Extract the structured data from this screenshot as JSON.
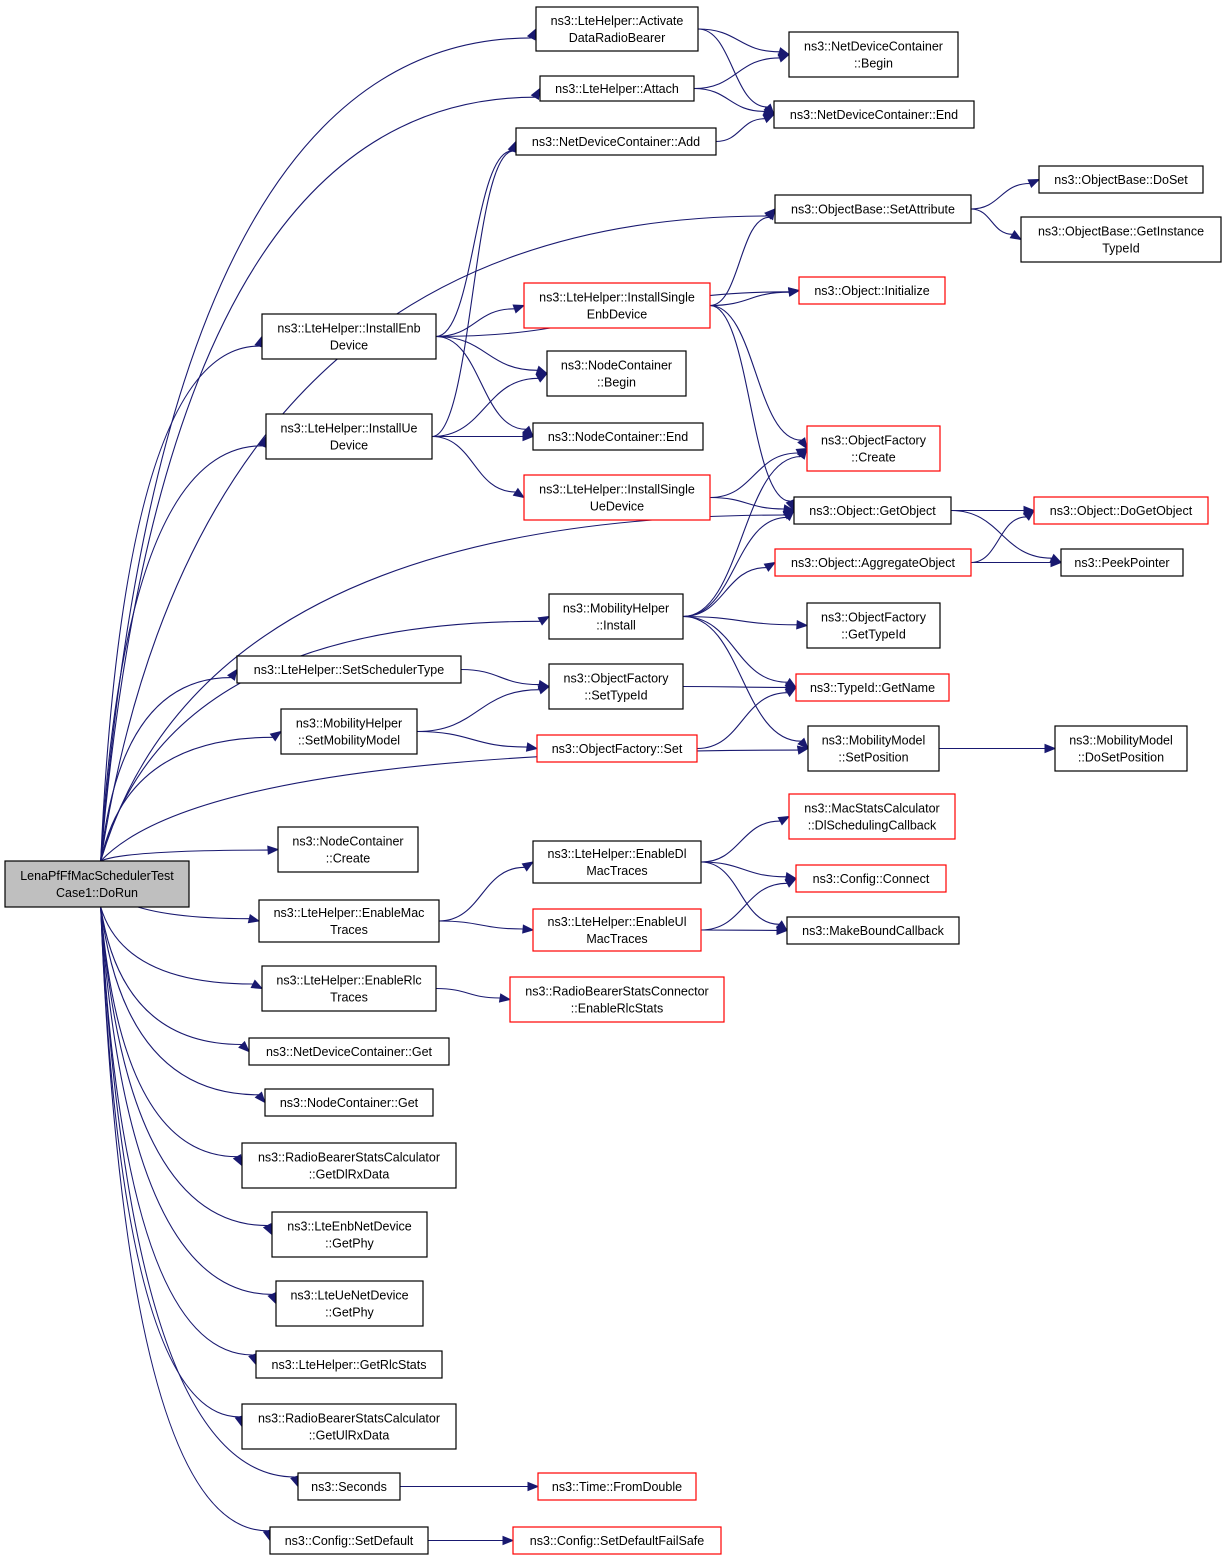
{
  "colors": {
    "edge": "#191970",
    "normal_border": "#000000",
    "external_border": "#ff0000",
    "root_fill": "#bfbfbf",
    "node_fill": "#ffffff"
  },
  "nodes": [
    {
      "id": "root",
      "lines": [
        "LenaPfFfMacSchedulerTest",
        "Case1::DoRun"
      ],
      "kind": "root"
    },
    {
      "id": "activate",
      "lines": [
        "ns3::LteHelper::Activate",
        "DataRadioBearer"
      ],
      "kind": "normal"
    },
    {
      "id": "attach",
      "lines": [
        "ns3::LteHelper::Attach"
      ],
      "kind": "normal"
    },
    {
      "id": "ndc_add",
      "lines": [
        "ns3::NetDeviceContainer::Add"
      ],
      "kind": "normal"
    },
    {
      "id": "ndc_begin",
      "lines": [
        "ns3::NetDeviceContainer",
        "::Begin"
      ],
      "kind": "normal"
    },
    {
      "id": "ndc_end",
      "lines": [
        "ns3::NetDeviceContainer::End"
      ],
      "kind": "normal"
    },
    {
      "id": "ob_setattr",
      "lines": [
        "ns3::ObjectBase::SetAttribute"
      ],
      "kind": "normal"
    },
    {
      "id": "ob_doset",
      "lines": [
        "ns3::ObjectBase::DoSet"
      ],
      "kind": "normal"
    },
    {
      "id": "ob_getinst",
      "lines": [
        "ns3::ObjectBase::GetInstance",
        "TypeId"
      ],
      "kind": "normal"
    },
    {
      "id": "obj_init",
      "lines": [
        "ns3::Object::Initialize"
      ],
      "kind": "external"
    },
    {
      "id": "inst_enb",
      "lines": [
        "ns3::LteHelper::InstallEnb",
        "Device"
      ],
      "kind": "normal"
    },
    {
      "id": "inst_single_enb",
      "lines": [
        "ns3::LteHelper::InstallSingle",
        "EnbDevice"
      ],
      "kind": "external"
    },
    {
      "id": "nc_begin",
      "lines": [
        "ns3::NodeContainer",
        "::Begin"
      ],
      "kind": "normal"
    },
    {
      "id": "nc_end",
      "lines": [
        "ns3::NodeContainer::End"
      ],
      "kind": "normal"
    },
    {
      "id": "inst_ue",
      "lines": [
        "ns3::LteHelper::InstallUe",
        "Device"
      ],
      "kind": "normal"
    },
    {
      "id": "of_create",
      "lines": [
        "ns3::ObjectFactory",
        "::Create"
      ],
      "kind": "external"
    },
    {
      "id": "inst_single_ue",
      "lines": [
        "ns3::LteHelper::InstallSingle",
        "UeDevice"
      ],
      "kind": "external"
    },
    {
      "id": "obj_getobj",
      "lines": [
        "ns3::Object::GetObject"
      ],
      "kind": "normal"
    },
    {
      "id": "obj_dogetobj",
      "lines": [
        "ns3::Object::DoGetObject"
      ],
      "kind": "external"
    },
    {
      "id": "obj_aggr",
      "lines": [
        "ns3::Object::AggregateObject"
      ],
      "kind": "external"
    },
    {
      "id": "peek",
      "lines": [
        "ns3::PeekPointer"
      ],
      "kind": "normal"
    },
    {
      "id": "mob_install",
      "lines": [
        "ns3::MobilityHelper",
        "::Install"
      ],
      "kind": "normal"
    },
    {
      "id": "of_gettypeid",
      "lines": [
        "ns3::ObjectFactory",
        "::GetTypeId"
      ],
      "kind": "normal"
    },
    {
      "id": "set_sched",
      "lines": [
        "ns3::LteHelper::SetSchedulerType"
      ],
      "kind": "normal"
    },
    {
      "id": "of_settypeid",
      "lines": [
        "ns3::ObjectFactory",
        "::SetTypeId"
      ],
      "kind": "normal"
    },
    {
      "id": "typeid_getname",
      "lines": [
        "ns3::TypeId::GetName"
      ],
      "kind": "external"
    },
    {
      "id": "mob_setmodel",
      "lines": [
        "ns3::MobilityHelper",
        "::SetMobilityModel"
      ],
      "kind": "normal"
    },
    {
      "id": "of_set",
      "lines": [
        "ns3::ObjectFactory::Set"
      ],
      "kind": "external"
    },
    {
      "id": "mm_setpos",
      "lines": [
        "ns3::MobilityModel",
        "::SetPosition"
      ],
      "kind": "normal"
    },
    {
      "id": "mm_dosetpos",
      "lines": [
        "ns3::MobilityModel",
        "::DoSetPosition"
      ],
      "kind": "normal"
    },
    {
      "id": "msc_dl",
      "lines": [
        "ns3::MacStatsCalculator",
        "::DlSchedulingCallback"
      ],
      "kind": "external"
    },
    {
      "id": "nc_create",
      "lines": [
        "ns3::NodeContainer",
        "::Create"
      ],
      "kind": "normal"
    },
    {
      "id": "en_dl_mac",
      "lines": [
        "ns3::LteHelper::EnableDl",
        "MacTraces"
      ],
      "kind": "normal"
    },
    {
      "id": "cfg_connect",
      "lines": [
        "ns3::Config::Connect"
      ],
      "kind": "external"
    },
    {
      "id": "en_mac",
      "lines": [
        "ns3::LteHelper::EnableMac",
        "Traces"
      ],
      "kind": "normal"
    },
    {
      "id": "en_ul_mac",
      "lines": [
        "ns3::LteHelper::EnableUl",
        "MacTraces"
      ],
      "kind": "external"
    },
    {
      "id": "make_bound",
      "lines": [
        "ns3::MakeBoundCallback"
      ],
      "kind": "normal"
    },
    {
      "id": "en_rlc",
      "lines": [
        "ns3::LteHelper::EnableRlc",
        "Traces"
      ],
      "kind": "normal"
    },
    {
      "id": "rbsc_enable",
      "lines": [
        "ns3::RadioBearerStatsConnector",
        "::EnableRlcStats"
      ],
      "kind": "external"
    },
    {
      "id": "ndc_get",
      "lines": [
        "ns3::NetDeviceContainer::Get"
      ],
      "kind": "normal"
    },
    {
      "id": "nc_get",
      "lines": [
        "ns3::NodeContainer::Get"
      ],
      "kind": "normal"
    },
    {
      "id": "rbsc_dl",
      "lines": [
        "ns3::RadioBearerStatsCalculator",
        "::GetDlRxData"
      ],
      "kind": "normal"
    },
    {
      "id": "enb_getphy",
      "lines": [
        "ns3::LteEnbNetDevice",
        "::GetPhy"
      ],
      "kind": "normal"
    },
    {
      "id": "ue_getphy",
      "lines": [
        "ns3::LteUeNetDevice",
        "::GetPhy"
      ],
      "kind": "normal"
    },
    {
      "id": "get_rlc",
      "lines": [
        "ns3::LteHelper::GetRlcStats"
      ],
      "kind": "normal"
    },
    {
      "id": "rbsc_ul",
      "lines": [
        "ns3::RadioBearerStatsCalculator",
        "::GetUlRxData"
      ],
      "kind": "normal"
    },
    {
      "id": "seconds",
      "lines": [
        "ns3::Seconds"
      ],
      "kind": "normal"
    },
    {
      "id": "time_fromdouble",
      "lines": [
        "ns3::Time::FromDouble"
      ],
      "kind": "external"
    },
    {
      "id": "cfg_setdefault",
      "lines": [
        "ns3::Config::SetDefault"
      ],
      "kind": "normal"
    },
    {
      "id": "cfg_setdefaultfs",
      "lines": [
        "ns3::Config::SetDefaultFailSafe"
      ],
      "kind": "external"
    }
  ],
  "edges": [
    [
      "root",
      "activate"
    ],
    [
      "root",
      "attach"
    ],
    [
      "root",
      "ob_setattr"
    ],
    [
      "root",
      "inst_enb"
    ],
    [
      "root",
      "inst_ue"
    ],
    [
      "root",
      "obj_getobj"
    ],
    [
      "root",
      "mob_install"
    ],
    [
      "root",
      "set_sched"
    ],
    [
      "root",
      "mob_setmodel"
    ],
    [
      "root",
      "mm_setpos"
    ],
    [
      "root",
      "nc_create"
    ],
    [
      "root",
      "en_mac"
    ],
    [
      "root",
      "en_rlc"
    ],
    [
      "root",
      "ndc_get"
    ],
    [
      "root",
      "nc_get"
    ],
    [
      "root",
      "rbsc_dl"
    ],
    [
      "root",
      "enb_getphy"
    ],
    [
      "root",
      "ue_getphy"
    ],
    [
      "root",
      "get_rlc"
    ],
    [
      "root",
      "rbsc_ul"
    ],
    [
      "root",
      "seconds"
    ],
    [
      "root",
      "cfg_setdefault"
    ],
    [
      "activate",
      "ndc_begin"
    ],
    [
      "activate",
      "ndc_end"
    ],
    [
      "attach",
      "ndc_begin"
    ],
    [
      "attach",
      "ndc_end"
    ],
    [
      "ndc_add",
      "ndc_end"
    ],
    [
      "ob_setattr",
      "ob_doset"
    ],
    [
      "ob_setattr",
      "ob_getinst"
    ],
    [
      "inst_enb",
      "ndc_add"
    ],
    [
      "inst_enb",
      "obj_init"
    ],
    [
      "inst_enb",
      "inst_single_enb"
    ],
    [
      "inst_enb",
      "nc_begin"
    ],
    [
      "inst_enb",
      "nc_end"
    ],
    [
      "inst_single_enb",
      "ob_setattr"
    ],
    [
      "inst_single_enb",
      "obj_init"
    ],
    [
      "inst_single_enb",
      "of_create"
    ],
    [
      "inst_single_enb",
      "obj_getobj"
    ],
    [
      "inst_ue",
      "ndc_add"
    ],
    [
      "inst_ue",
      "nc_begin"
    ],
    [
      "inst_ue",
      "nc_end"
    ],
    [
      "inst_ue",
      "inst_single_ue"
    ],
    [
      "inst_single_ue",
      "of_create"
    ],
    [
      "inst_single_ue",
      "obj_getobj"
    ],
    [
      "obj_getobj",
      "obj_dogetobj"
    ],
    [
      "obj_getobj",
      "peek"
    ],
    [
      "obj_aggr",
      "obj_dogetobj"
    ],
    [
      "obj_aggr",
      "peek"
    ],
    [
      "mob_install",
      "of_create"
    ],
    [
      "mob_install",
      "obj_getobj"
    ],
    [
      "mob_install",
      "obj_aggr"
    ],
    [
      "mob_install",
      "of_gettypeid"
    ],
    [
      "mob_install",
      "typeid_getname"
    ],
    [
      "mob_install",
      "mm_setpos"
    ],
    [
      "set_sched",
      "of_settypeid"
    ],
    [
      "of_settypeid",
      "typeid_getname"
    ],
    [
      "mob_setmodel",
      "of_settypeid"
    ],
    [
      "mob_setmodel",
      "of_set"
    ],
    [
      "of_set",
      "typeid_getname"
    ],
    [
      "mm_setpos",
      "mm_dosetpos"
    ],
    [
      "en_mac",
      "en_dl_mac"
    ],
    [
      "en_mac",
      "en_ul_mac"
    ],
    [
      "en_dl_mac",
      "msc_dl"
    ],
    [
      "en_dl_mac",
      "cfg_connect"
    ],
    [
      "en_dl_mac",
      "make_bound"
    ],
    [
      "en_ul_mac",
      "cfg_connect"
    ],
    [
      "en_ul_mac",
      "make_bound"
    ],
    [
      "en_rlc",
      "rbsc_enable"
    ],
    [
      "seconds",
      "time_fromdouble"
    ],
    [
      "cfg_setdefault",
      "cfg_setdefaultfs"
    ]
  ]
}
